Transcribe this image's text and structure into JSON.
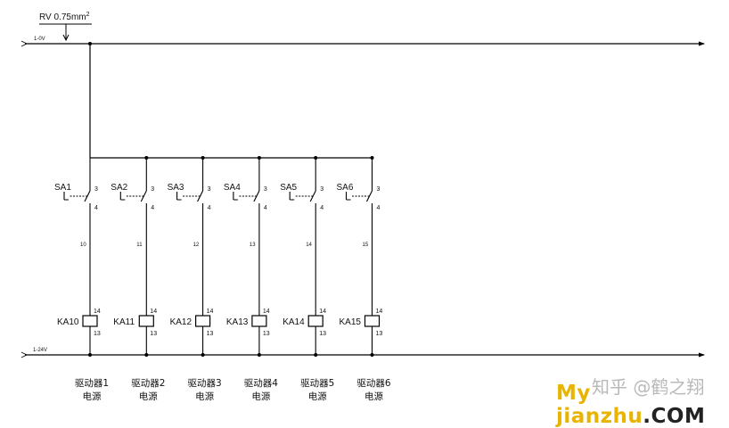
{
  "cable_label": {
    "prefix": "RV",
    "size": "0.75mm",
    "sup": "2"
  },
  "rails": {
    "top": "1-0V",
    "bottom": "1-24V"
  },
  "contact_top_terminal": "3",
  "contact_bottom_terminal": "4",
  "coil_top_terminal": "14",
  "coil_bottom_terminal": "13",
  "branches": [
    {
      "switch": "SA1",
      "wire": "10",
      "relay": "KA10",
      "caption1": "驱动器1",
      "caption2": "电源"
    },
    {
      "switch": "SA2",
      "wire": "11",
      "relay": "KA11",
      "caption1": "驱动器2",
      "caption2": "电源"
    },
    {
      "switch": "SA3",
      "wire": "12",
      "relay": "KA12",
      "caption1": "驱动器3",
      "caption2": "电源"
    },
    {
      "switch": "SA4",
      "wire": "13",
      "relay": "KA13",
      "caption1": "驱动器4",
      "caption2": "电源"
    },
    {
      "switch": "SA5",
      "wire": "14",
      "relay": "KA14",
      "caption1": "驱动器5",
      "caption2": "电源"
    },
    {
      "switch": "SA6",
      "wire": "15",
      "relay": "KA15",
      "caption1": "驱动器6",
      "caption2": "电源"
    }
  ],
  "watermark": {
    "zhihu": "知乎 @鹤之翔",
    "site_a": "My jianzhu",
    "site_b": ".COM"
  }
}
